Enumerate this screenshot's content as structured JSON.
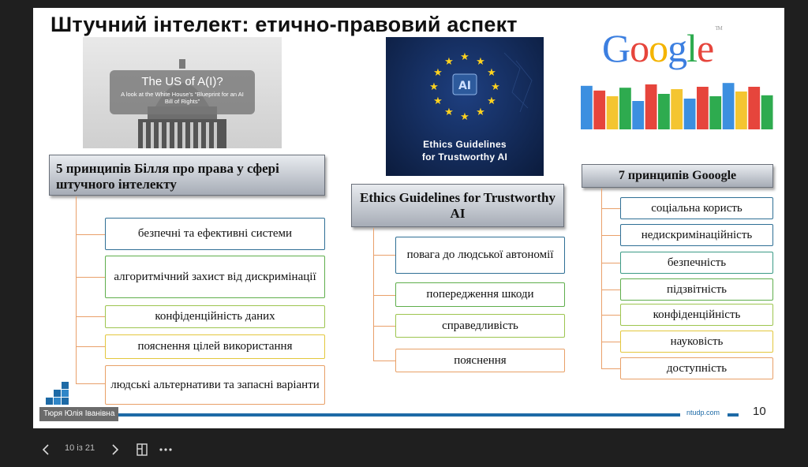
{
  "slide": {
    "title": "Штучний інтелект: етично-правовий аспект",
    "capitol_image": {
      "title": "The US of A(I)?",
      "subtitle": "A look at the White House's “Blueprint for an AI Bill of Rights”"
    },
    "eu_image": {
      "badge": "AI",
      "line1": "Ethics Guidelines",
      "line2": "for Trustworthy AI"
    },
    "google_logo": "Google",
    "google_bar_colors": [
      "#3c8fe0",
      "#e6453c",
      "#f4c531",
      "#2eab4f",
      "#3c8fe0",
      "#e6453c",
      "#2eab4f",
      "#f4c531",
      "#3c8fe0",
      "#e6453c",
      "#2eab4f",
      "#3c8fe0",
      "#f4c531",
      "#e6453c",
      "#2eab4f"
    ],
    "columns": [
      {
        "heading": "5 принципів Білля про права у сфері штучного інтелекту",
        "items": [
          "безпечні та ефективні системи",
          "алгоритмічний захист від дискримінації",
          "конфіденційність даних",
          "пояснення цілей використання",
          "людські альтернативи та запасні варіанти"
        ]
      },
      {
        "heading": "Ethics Guidelines for Trustworthy AI",
        "items": [
          "повага до людської автономії",
          "попередження шкоди",
          "справедливість",
          "пояснення"
        ]
      },
      {
        "heading": "7 принципів Gooogle",
        "items": [
          "соціальна користь",
          "недискримінаційність",
          "безпечність",
          "підзвітність",
          "конфіденційність",
          "науковість",
          "доступність"
        ]
      }
    ],
    "presenter": "Тюря Юлія Іванівна",
    "footer_url": "ntudp.com",
    "page_number": "10"
  },
  "toolbar": {
    "prev_icon": "chevron-left-icon",
    "page_indicator": "10 із 21",
    "next_icon": "chevron-right-icon",
    "thumbnails_icon": "layout-icon",
    "more_icon": "more-horizontal-icon"
  }
}
